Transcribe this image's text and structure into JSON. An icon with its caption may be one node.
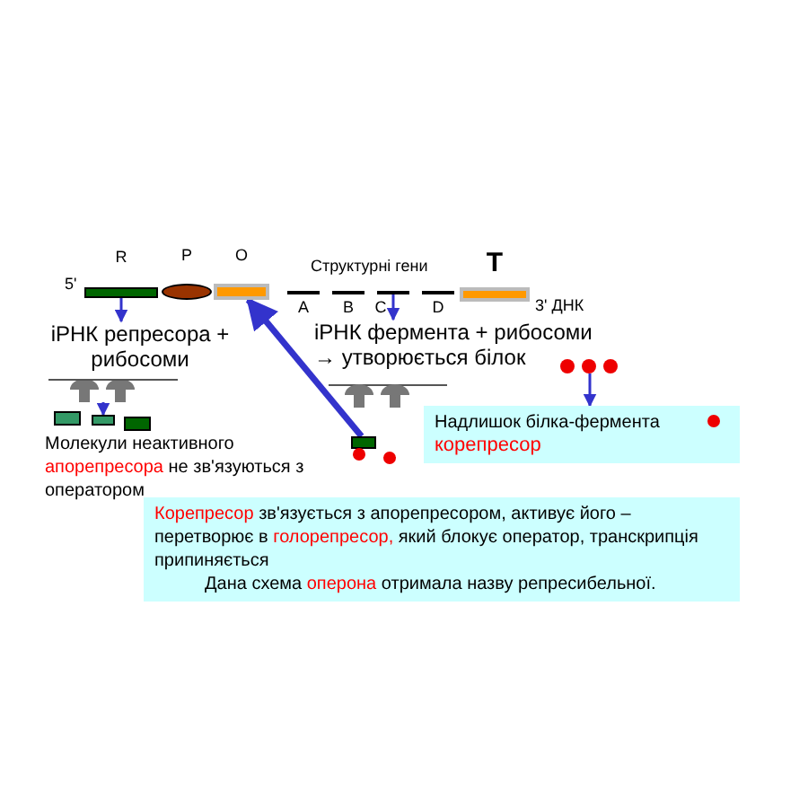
{
  "diagram": {
    "nodes": [
      {
        "text": [
          "R"
        ]
      },
      {
        "text": [
          "P"
        ]
      },
      {
        "text": [
          "O"
        ]
      },
      {
        "text": [
          "A"
        ]
      },
      {
        "text": [
          "B"
        ]
      },
      {
        "text": [
          "C"
        ]
      },
      {
        "text": [
          "D"
        ]
      },
      {
        "text": [
          "T"
        ]
      },
      {
        "text": [
          "іРНК репресора + рибосоми"
        ]
      },
      {
        "text": [],
        "shape": "ribosome"
      },
      {
        "text": [],
        "shape": "box"
      },
      {
        "text": [
          "іРНК фермента + рибосоми → утворюється білок"
        ]
      },
      {
        "text": [],
        "shape": "circle"
      },
      {
        "text": [
          "Надлишок білка-фермента",
          "корепресор"
        ]
      },
      {
        "text": [],
        "shape": "box"
      },
      {
        "text": [
          "**Корепресор** зв'язується з апорепресором, активує його – перетворює в **голорепресор,** який блокує оператор, транскрипція припиняється",
          "Дана схема **оперона** отримала назву репресибельної."
        ]
      }
    ],
    "edges": [
      {
        "from": 0,
        "to": 8,
        "arrow": "to"
      },
      {
        "from": 9,
        "to": 10,
        "arrow": "to"
      },
      {
        "from": 5,
        "to": 11,
        "arrow": "to"
      },
      {
        "from": 12,
        "to": 13,
        "arrow": "to"
      },
      {
        "from": 14,
        "to": 2,
        "arrow": "to",
        "style": "thick"
      }
    ],
    "labels": [
      "5'",
      "Структурні гени",
      "3' ДНК",
      "Молекули неактивного **апорепресора** не зв'язуються з оператором"
    ]
  }
}
